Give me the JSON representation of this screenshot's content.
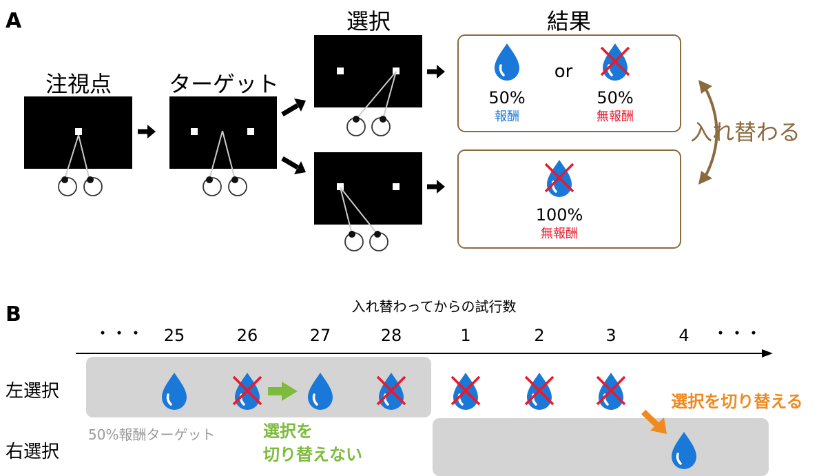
{
  "panelA": {
    "label": "A",
    "fixation_title": "注視点",
    "target_title": "ターゲット",
    "choice_title": "選択",
    "outcome_title": "結果",
    "switch_label": "入れ替わる",
    "or_text": "or",
    "outcome_top": {
      "left_pct": "50%",
      "left_label": "報酬",
      "right_pct": "50%",
      "right_label": "無報酬"
    },
    "outcome_bottom": {
      "pct": "100%",
      "label": "無報酬"
    }
  },
  "panelB": {
    "label": "B",
    "axis_title": "入れ替わってからの試行数",
    "trials": [
      {
        "label": "25",
        "left": "reward",
        "right": null
      },
      {
        "label": "26",
        "left": "no-reward",
        "right": null
      },
      {
        "label": "27",
        "left": "reward",
        "right": null
      },
      {
        "label": "28",
        "left": "no-reward",
        "right": null
      },
      {
        "label": "1",
        "left": "no-reward",
        "right": null
      },
      {
        "label": "2",
        "left": "no-reward",
        "right": null
      },
      {
        "label": "3",
        "left": "no-reward",
        "right": null
      },
      {
        "label": "4",
        "left": null,
        "right": "reward"
      }
    ],
    "ellipsis": "・・・",
    "row_left": "左選択",
    "row_right": "右選択",
    "target_label": "50%報酬ターゲット",
    "no_switch_line1": "選択を",
    "no_switch_line2": "切り替えない",
    "switch_text": "選択を切り替える"
  },
  "colors": {
    "reward_blue": "#1a78d8",
    "no_reward_red": "#e8192c",
    "switch_brown": "#8b6a3e",
    "green": "#7dbb3c",
    "orange": "#ef8a1e",
    "gray_box": "#d4d4d4",
    "gray_text": "#9a9a9a"
  }
}
